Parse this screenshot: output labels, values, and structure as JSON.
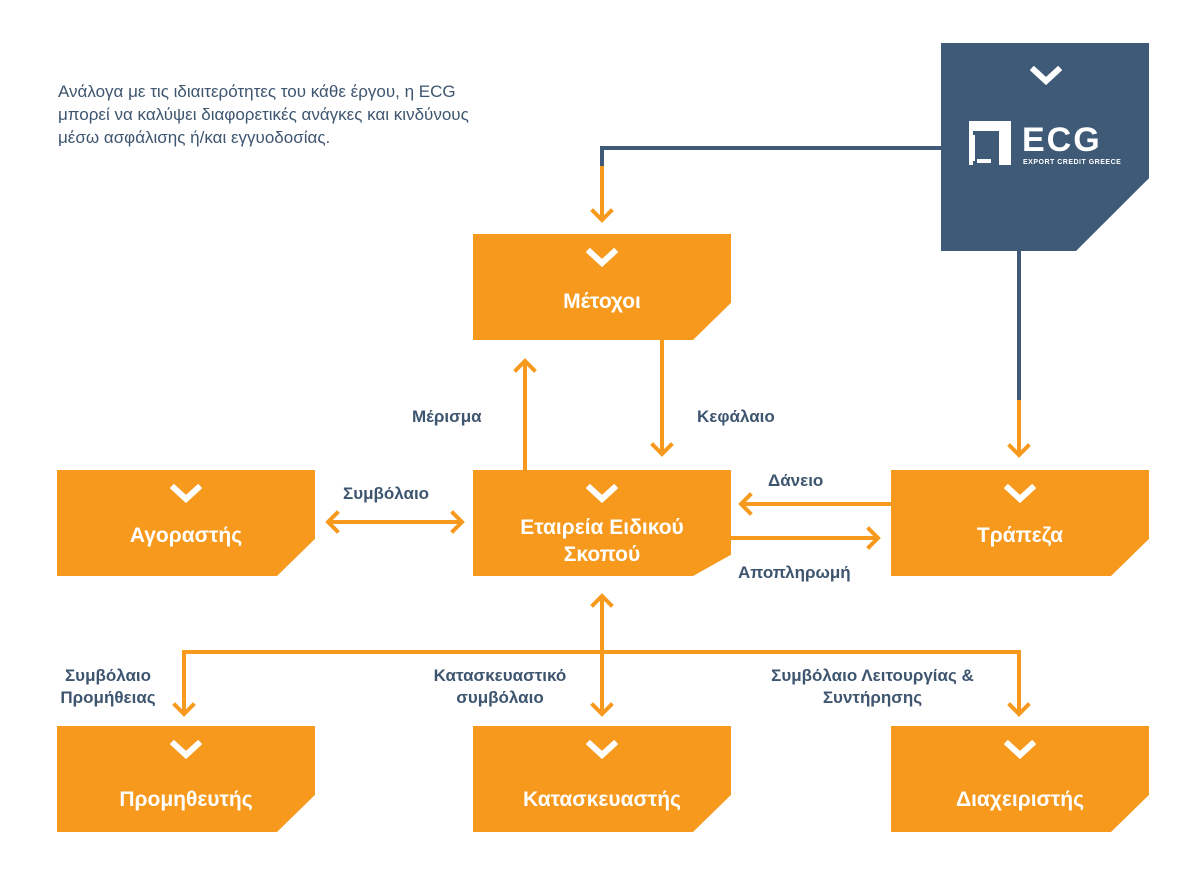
{
  "intro_text": "Ανάλογα με τις ιδιαιτερότητες του κάθε έργου, η ECG μπορεί να καλύψει διαφορετικές ανάγκες και κινδύνους μέσω ασφάλισης ή/και εγγυοδοσίας.",
  "ecg": {
    "logo_word": "ECG",
    "logo_subtitle": "EXPORT CREDIT GREECE"
  },
  "nodes": {
    "shareholders": "Μέτοχοι",
    "buyer": "Αγοραστής",
    "spv": "Εταιρεία Ειδικού Σκοπού",
    "bank": "Τράπεζα",
    "supplier": "Προμηθευτής",
    "constructor": "Κατασκευαστής",
    "operator": "Διαχειριστής"
  },
  "edges": {
    "dividend": "Μέρισμα",
    "capital": "Κεφάλαιο",
    "contract": "Συμβόλαιο",
    "loan": "Δάνειο",
    "repayment": "Αποπληρωμή",
    "supply_contract": "Συμβόλαιο Προμήθειας",
    "construction_contract": "Κατασκευαστικό συμβόλαιο",
    "om_contract": "Συμβόλαιο Λειτουργίας & Συντήρησης"
  },
  "colors": {
    "orange": "#f6991d",
    "navy": "#3e5a76",
    "text": "#3e556f"
  },
  "icons": {
    "node_marker": "chevron-down-icon",
    "ecg_logo": "ecg-logo-icon"
  }
}
